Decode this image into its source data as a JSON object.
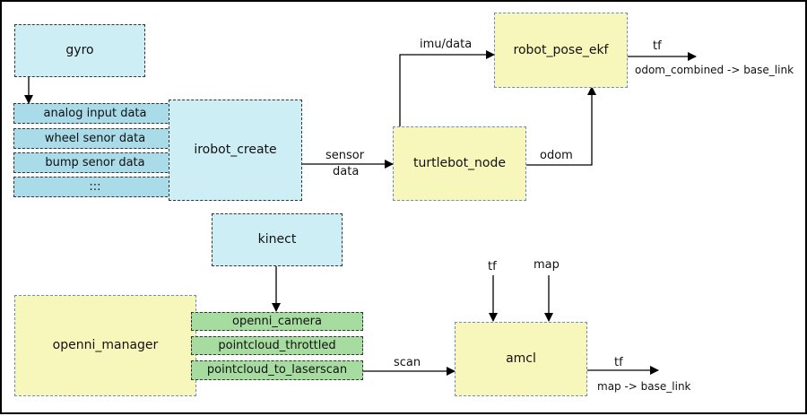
{
  "nodes": {
    "gyro": "gyro",
    "irobot_create": "irobot_create",
    "turtlebot_node": "turtlebot_node",
    "robot_pose_ekf": "robot_pose_ekf",
    "kinect": "kinect",
    "openni_manager": "openni_manager",
    "amcl": "amcl"
  },
  "sensor_items": [
    "analog input data",
    "wheel senor data",
    "bump senor data",
    ":::"
  ],
  "openni_items": [
    "openni_camera",
    "pointcloud_throttled",
    "pointcloud_to_laserscan"
  ],
  "edges": {
    "imu_data": "imu/data",
    "tf_top": "tf",
    "odom_combined": "odom_combined -> base_link",
    "sensor": "sensor",
    "data": "data",
    "odom": "odom",
    "scan": "scan",
    "tf_amcl_in": "tf",
    "map_in": "map",
    "tf_amcl_out": "tf",
    "map_base": "map -> base_link"
  },
  "colors": {
    "blue_fill": "#cdeef5",
    "yellow_fill": "#f7f7bb",
    "blue_bar": "#a9dbe8",
    "green_bar": "#a6dca0"
  }
}
